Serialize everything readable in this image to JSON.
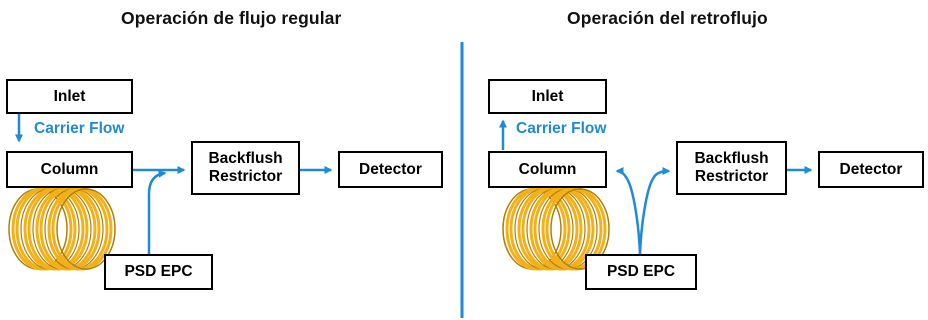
{
  "panels": {
    "regular": {
      "title": "Operación de flujo regular",
      "inlet": "Inlet",
      "flow_label": "Carrier Flow",
      "column": "Column",
      "restrictor_line1": "Backflush",
      "restrictor_line2": "Restrictor",
      "detector": "Detector",
      "epc": "PSD EPC"
    },
    "backflush": {
      "title": "Operación del retroflujo",
      "inlet": "Inlet",
      "flow_label": "Carrier Flow",
      "column": "Column",
      "restrictor_line1": "Backflush",
      "restrictor_line2": "Restrictor",
      "detector": "Detector",
      "epc": "PSD EPC"
    }
  },
  "colors": {
    "flow": "#1f8ad6",
    "divider": "#1f8ad6",
    "coil": "#f2b019",
    "coil_edge": "#b37e06",
    "box_border": "#000000"
  }
}
